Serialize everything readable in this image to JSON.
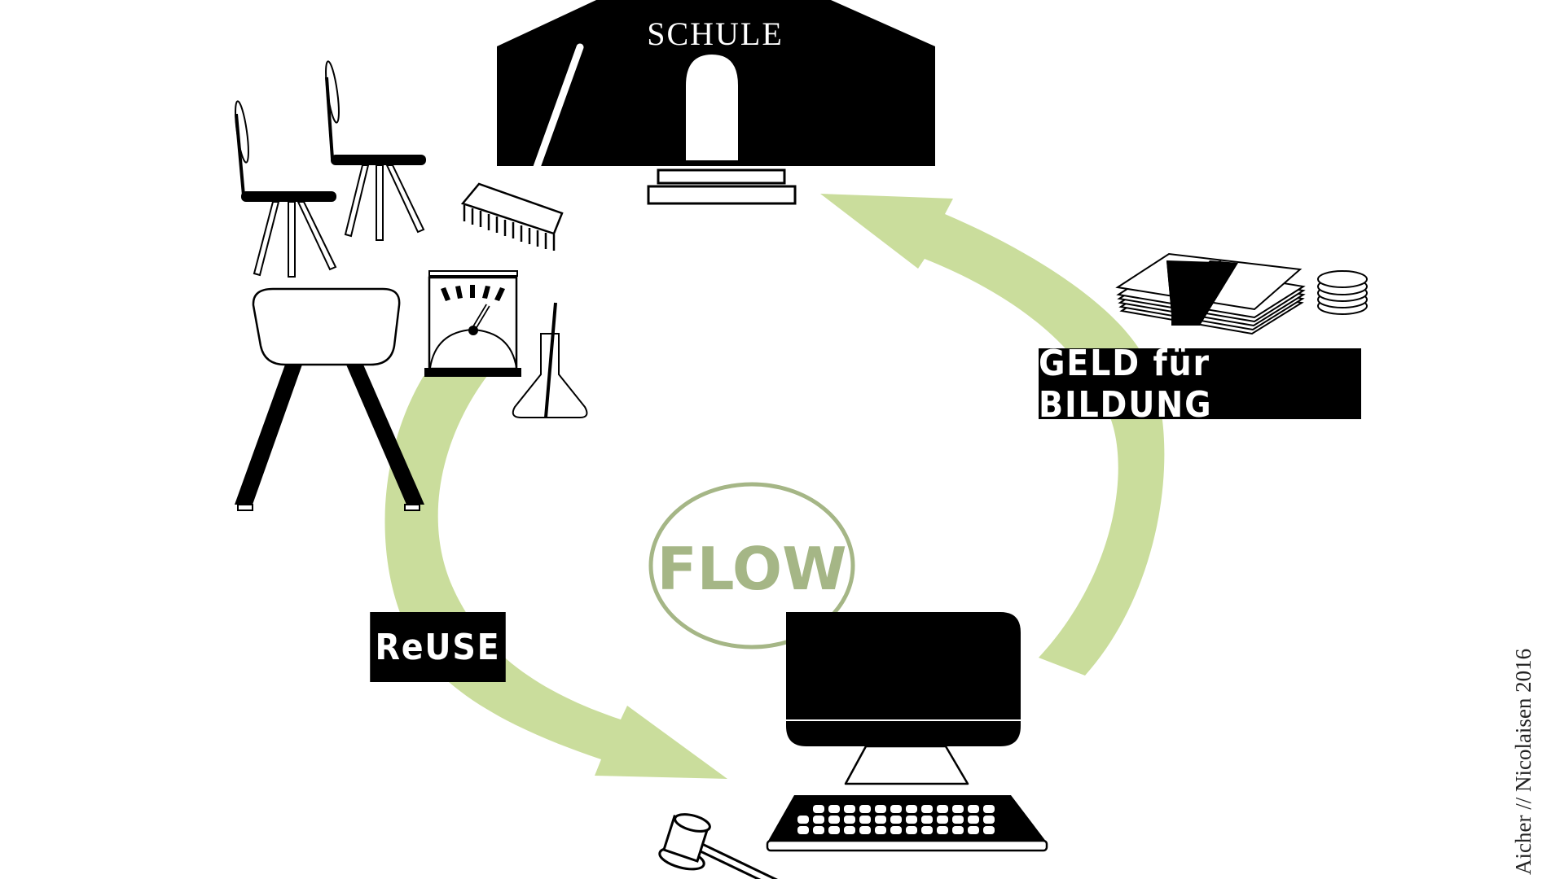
{
  "title": "SCHULE",
  "labels": {
    "money": "GELD für BILDUNG",
    "reuse": "ReUSE",
    "center": "FLOW"
  },
  "credit": "Aicher // Nicolaisen 2016",
  "colors": {
    "arrow": "#cadd9c",
    "flow": "#a5b686",
    "ink": "#000000",
    "paper": "#ffffff"
  },
  "icons": [
    "school-building-icon",
    "broom-icon",
    "chair-icon",
    "chair-icon",
    "pommel-horse-icon",
    "meter-icon",
    "flask-icon",
    "money-stack-icon",
    "coins-icon",
    "computer-monitor-icon",
    "keyboard-icon",
    "gavel-icon"
  ],
  "cycle": [
    "SCHULE",
    "ReUSE",
    "Computer",
    "GELD für BILDUNG"
  ]
}
